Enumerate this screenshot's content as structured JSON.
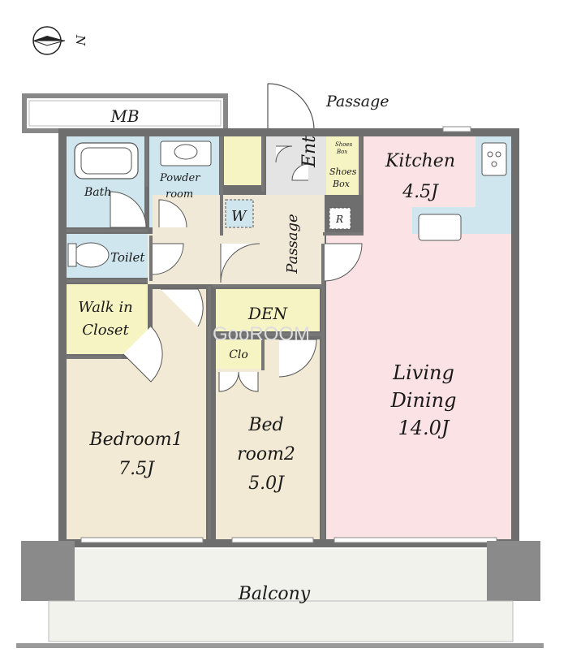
{
  "compass": {
    "label": "N",
    "icon": "compass-arrow-icon"
  },
  "rooms": {
    "mb": "MB",
    "passage_top": "Passage",
    "entrance": "Ent",
    "shoes_box_small": [
      "Shoes",
      "Box"
    ],
    "shoes_box": [
      "Shoes",
      "Box"
    ],
    "kitchen": [
      "Kitchen",
      "4.5J"
    ],
    "bath": "Bath",
    "powder_room": [
      "Powder",
      "room"
    ],
    "washer": "W",
    "refrigerator": "R",
    "passage_inner": "Passage",
    "toilet": "Toilet",
    "walk_in_closet": [
      "Walk in",
      "Closet"
    ],
    "den": "DEN",
    "closet": "Clo",
    "living_dining": [
      "Living",
      "Dining",
      "14.0J"
    ],
    "bedroom1": [
      "Bedroom1",
      "7.5J"
    ],
    "bedroom2": [
      "Bed",
      "room2",
      "5.0J"
    ],
    "balcony": "Balcony"
  },
  "watermark": "GooROOM",
  "colors": {
    "wet_area": "#cfe6ee",
    "storage": "#f7f4c4",
    "bedroom": "#f2ead4",
    "living": "#fbe3e5",
    "hall": "#f1e9d8",
    "entrance": "#e4e4e4",
    "balcony": "#f2f2ec",
    "wall": "#6e6e6e"
  }
}
